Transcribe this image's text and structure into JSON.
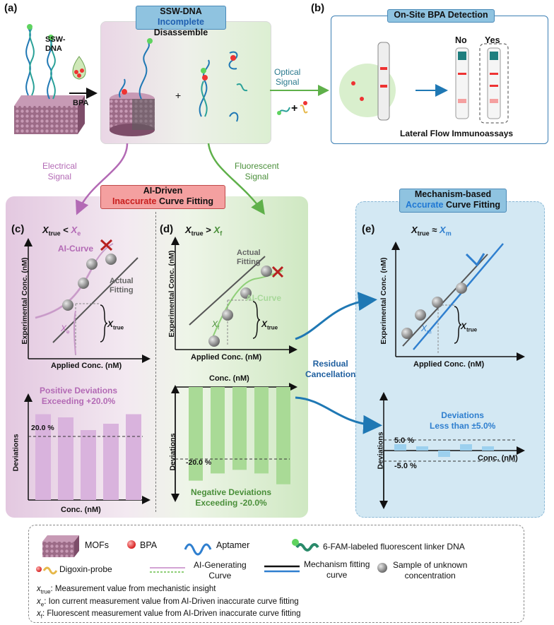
{
  "colors": {
    "purple": "#b36ab5",
    "green": "#5fb04a",
    "blue": "#2f7fcf",
    "red": "#d62b2b",
    "gray": "#555555",
    "pink_bar": "#d9b3dd",
    "green_bar": "#a9da96",
    "blue_bar": "#9cd0ee"
  },
  "panel_a": {
    "label": "(a)",
    "ssw_label": "SSW-\nDNA",
    "bpa_label": "BPA"
  },
  "disassemble": {
    "line1_pre": "SSW-DNA ",
    "line1_accent": "Incomplete",
    "line2": "Disassemble",
    "plus": "+"
  },
  "optical": {
    "label": "Optical\nSignal",
    "plus": "+"
  },
  "panel_b": {
    "label": "(b)",
    "title": "On-Site BPA Detection",
    "no": "No",
    "yes": "Yes",
    "caption": "Lateral Flow Immunoassays"
  },
  "electrical": {
    "label": "Electrical\nSignal"
  },
  "fluorescent": {
    "label": "Fluorescent\nSignal"
  },
  "ai_driven": {
    "line1": "AI-Driven",
    "line2_accent": "Inaccurate",
    "line2_rest": " Curve Fitting"
  },
  "mechanism": {
    "line1": "Mechanism-based",
    "line2_accent": "Accurate",
    "line2_rest": " Curve Fitting"
  },
  "panel_c": {
    "label": "(c)",
    "ineq_x": "X",
    "ineq_sub": "true",
    "ineq_op": " < ",
    "ineq_rhs": "X",
    "ineq_rhs_sub": "e",
    "ai_curve": "AI-Curve",
    "actual": "Actual\nFitting",
    "xe": "X",
    "xe_sub": "e",
    "xtrue": "X",
    "xtrue_sub": "true",
    "ylabel": "Experimental Conc. (nM)",
    "xlabel": "Applied Conc. (nM)",
    "dev_title": "Positive Deviations\nExceeding +20.0%",
    "dev_ref": "20.0 %",
    "dev_ylabel": "Deviations",
    "dev_xlabel": "Conc. (nM)"
  },
  "panel_d": {
    "label": "(d)",
    "ineq_x": "X",
    "ineq_sub": "true",
    "ineq_op": " > ",
    "ineq_rhs": "X",
    "ineq_rhs_sub": "f",
    "actual": "Actual\nFitting",
    "ai_curve": "AI-Curve",
    "xf": "X",
    "xf_sub": "f",
    "xtrue": "X",
    "xtrue_sub": "true",
    "ylabel": "Experimental Conc. (nM)",
    "xlabel": "Applied Conc. (nM)",
    "conc_top": "Conc. (nM)",
    "dev_ref": "-20.0 %",
    "dev_ylabel": "Deviations",
    "dev_title": "Negative Deviations\nExceeding -20.0%"
  },
  "residual": {
    "label": "Residual\nCancellation"
  },
  "panel_e": {
    "label": "(e)",
    "ineq_x": "X",
    "ineq_sub": "true",
    "ineq_op": " ≈ ",
    "ineq_rhs": "X",
    "ineq_rhs_sub": "m",
    "xm": "X",
    "xm_sub": "m",
    "xtrue": "X",
    "xtrue_sub": "true",
    "ylabel": "Experimental Conc. (nM)",
    "xlabel": "Applied Conc. (nM)",
    "dev_title": "Deviations\nLess than ±5.0%",
    "ref_pos": "5.0 %",
    "ref_neg": "-5.0 %",
    "dev_ylabel": "Deviations",
    "dev_xlabel": "Conc. (nM)"
  },
  "legend": {
    "mofs": "MOFs",
    "bpa": "BPA",
    "aptamer": "Aptamer",
    "fam": "6-FAM-labeled fluorescent linker DNA",
    "digoxin": "Digoxin-probe",
    "ai_curve": "AI-Generating\nCurve",
    "mech": "Mechanism fitting\ncurve",
    "sample": "Sample of unknown\nconcentration",
    "def_true_sym": "x",
    "def_true_sub": "true",
    "def_true_text": ": Measurement value from mechanistic insight",
    "def_e_sym": "x",
    "def_e_sub": "e",
    "def_e_text": ": Ion current measurement value from AI-Driven inaccurate curve fitting",
    "def_f_sym": "x",
    "def_f_sub": "f",
    "def_f_text": ": Fluorescent measurement value from AI-Driven inaccurate curve fitting"
  },
  "chart_data": [
    {
      "type": "bar",
      "title": "Positive Deviations Exceeding +20.0%",
      "ylabel": "Deviations",
      "xlabel": "Conc. (nM)",
      "values": [
        27,
        26,
        22,
        24,
        27
      ],
      "reference_line": 20
    },
    {
      "type": "bar",
      "title": "Negative Deviations Exceeding -20.0%",
      "ylabel": "Deviations",
      "xlabel": "Conc. (nM)",
      "values": [
        -26,
        -24,
        -23,
        -24,
        -27
      ],
      "reference_line": -20
    },
    {
      "type": "bar",
      "title": "Deviations Less than ±5.0%",
      "ylabel": "Deviations",
      "xlabel": "Conc. (nM)",
      "values": [
        3,
        2,
        -3,
        3,
        2
      ],
      "reference_lines": [
        5,
        -5
      ]
    }
  ]
}
